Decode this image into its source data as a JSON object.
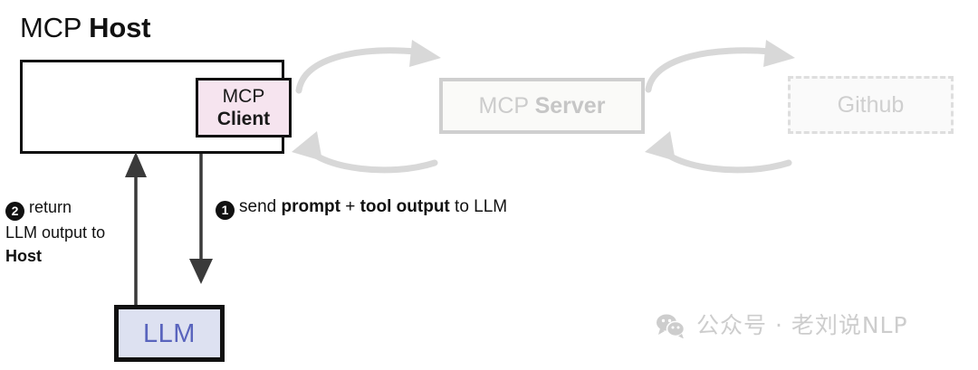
{
  "diagram": {
    "title": {
      "regular": "MCP ",
      "bold": "Host"
    },
    "nodes": {
      "host": {
        "label": "MCP Host",
        "border_color": "#111111",
        "fill": "#ffffff"
      },
      "client": {
        "line1": "MCP",
        "line2": "Client",
        "fill": "#f6e4ef",
        "border_color": "#111111"
      },
      "server": {
        "regular": "MCP ",
        "bold": "Server",
        "fill": "#fafaf8",
        "border_color": "#cfcfcf",
        "state": "dimmed"
      },
      "github": {
        "label": "Github",
        "fill": "#fafafa",
        "border_color": "#dedede",
        "border_style": "dashed",
        "state": "dimmed"
      },
      "llm": {
        "label": "LLM",
        "fill": "#dde1f1",
        "text_color": "#5964bd",
        "border_color": "#111111"
      }
    },
    "steps": [
      {
        "number": "1",
        "parts": [
          {
            "text": "send ",
            "bold": false
          },
          {
            "text": "prompt",
            "bold": true
          },
          {
            "text": " + ",
            "bold": false
          },
          {
            "text": "tool output",
            "bold": true
          },
          {
            "text": " to LLM",
            "bold": false
          }
        ],
        "plain": "send prompt + tool output to LLM"
      },
      {
        "number": "2",
        "lines": [
          {
            "text": "return",
            "bold": false
          },
          {
            "text": "LLM output to",
            "bold": false
          },
          {
            "text": "Host",
            "bold": true
          }
        ],
        "plain": "return LLM output to Host"
      }
    ],
    "connections": [
      {
        "from": "llm",
        "to": "host",
        "direction": "up",
        "style": "solid-dark",
        "step": "2"
      },
      {
        "from": "host",
        "to": "llm",
        "direction": "down",
        "style": "solid-dark",
        "step": "1"
      },
      {
        "from": "client",
        "to": "server",
        "direction": "right",
        "style": "curved-gray"
      },
      {
        "from": "server",
        "to": "client",
        "direction": "left",
        "style": "curved-gray"
      },
      {
        "from": "server",
        "to": "github",
        "direction": "right",
        "style": "curved-gray"
      },
      {
        "from": "github",
        "to": "server",
        "direction": "left",
        "style": "curved-gray"
      }
    ],
    "watermark": {
      "icon": "wechat-icon",
      "text": "公众号 · 老刘说NLP",
      "color": "#cdcdcd"
    },
    "colors": {
      "ink": "#111111",
      "client_pink": "#f6e4ef",
      "llm_lavender": "#dde1f1",
      "llm_blue": "#5964bd",
      "ghost_gray": "#cccccc",
      "arrow_gray": "#d8d8d8"
    }
  }
}
